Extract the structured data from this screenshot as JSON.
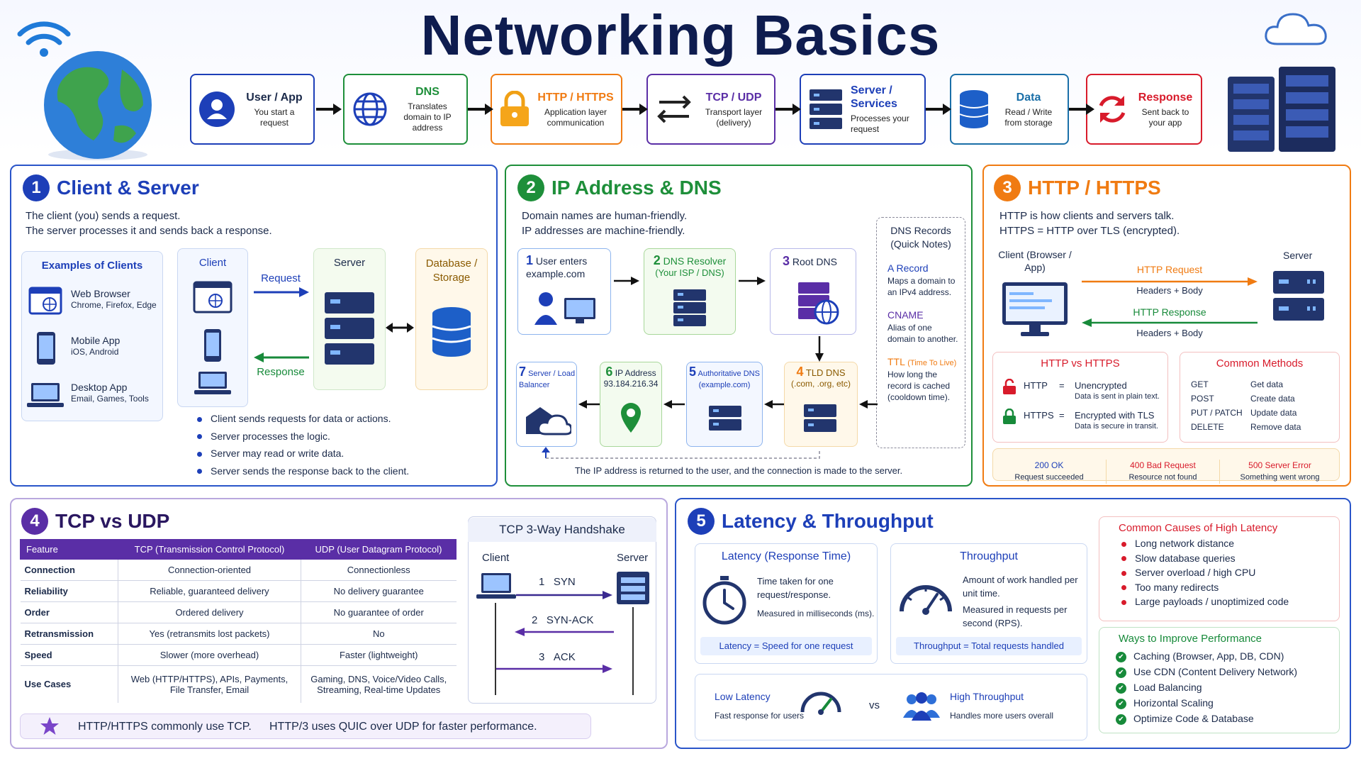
{
  "title": "Networking Basics",
  "flow": [
    {
      "title": "User / App",
      "desc": "You start a request",
      "color": "#1d3fb8"
    },
    {
      "title": "DNS",
      "desc": "Translates domain to IP address",
      "color": "#1e8f3a"
    },
    {
      "title": "HTTP / HTTPS",
      "desc": "Application layer communication",
      "color": "#f07b12"
    },
    {
      "title": "TCP / UDP",
      "desc": "Transport layer (delivery)",
      "color": "#5a2ea6"
    },
    {
      "title": "Server / Services",
      "desc": "Processes your request",
      "color": "#1d3fb8"
    },
    {
      "title": "Data",
      "desc": "Read / Write from storage",
      "color": "#1a6fa8"
    },
    {
      "title": "Response",
      "desc": "Sent back to your app",
      "color": "#d81b2b"
    }
  ],
  "s1": {
    "num": "1",
    "title": "Client & Server",
    "line1": "The client (you) sends a request.",
    "line2": "The server processes it and sends back a response.",
    "examples_title": "Examples of Clients",
    "examples": [
      {
        "name": "Web Browser",
        "sub": "Chrome, Firefox, Edge"
      },
      {
        "name": "Mobile App",
        "sub": "iOS, Android"
      },
      {
        "name": "Desktop App",
        "sub": "Email, Games, Tools"
      }
    ],
    "client": "Client",
    "request": "Request",
    "response": "Response",
    "server": "Server",
    "database": "Database / Storage",
    "bullets": [
      "Client sends requests for data or actions.",
      "Server processes the logic.",
      "Server may read or write data.",
      "Server sends the response back to the client."
    ]
  },
  "s2": {
    "num": "2",
    "title": "IP Address & DNS",
    "line1": "Domain names are human-friendly.",
    "line2": "IP addresses are machine-friendly.",
    "steps": {
      "s1n": "1",
      "s1": "User enters example.com",
      "s2n": "2",
      "s2": "DNS Resolver",
      "s2b": "(Your ISP / DNS)",
      "s3n": "3",
      "s3": "Root DNS",
      "s4n": "4",
      "s4": "TLD DNS",
      "s4b": "(.com, .org, etc)",
      "s5n": "5",
      "s5": "Authoritative DNS",
      "s5b": "(example.com)",
      "s6n": "6",
      "s6": "IP Address",
      "s6b": "93.184.216.34",
      "s7n": "7",
      "s7": "Server / Load Balancer"
    },
    "notes": {
      "title": "DNS Records (Quick Notes)",
      "a_title": "A Record",
      "a_desc": "Maps a domain to an IPv4 address.",
      "c_title": "CNAME",
      "c_desc": "Alias of one domain to another.",
      "t_title": "TTL",
      "t_sub": "(Time To Live)",
      "t_desc": "How long the record is cached (cooldown time)."
    },
    "footer": "The IP address is returned to the user, and the connection is made to the server."
  },
  "s3": {
    "num": "3",
    "title": "HTTP / HTTPS",
    "line1": "HTTP is how clients and servers talk.",
    "line2": "HTTPS = HTTP over TLS (encrypted).",
    "client": "Client (Browser / App)",
    "server": "Server",
    "req": "HTTP Request",
    "req_sub": "Headers + Body",
    "res": "HTTP Response",
    "res_sub": "Headers + Body",
    "vs_title": "HTTP vs HTTPS",
    "http": "HTTP",
    "http_eq": "=",
    "http_v": "Unencrypted",
    "http_d": "Data is sent in plain text.",
    "https": "HTTPS",
    "https_eq": "=",
    "https_v": "Encrypted with TLS",
    "https_d": "Data is secure in transit.",
    "methods_title": "Common Methods",
    "methods": [
      {
        "m": "GET",
        "d": "Get data"
      },
      {
        "m": "POST",
        "d": "Create data"
      },
      {
        "m": "PUT / PATCH",
        "d": "Update data"
      },
      {
        "m": "DELETE",
        "d": "Remove data"
      }
    ],
    "codes": [
      {
        "c": "200 OK",
        "d": "Request succeeded",
        "color": "#1d3fb8"
      },
      {
        "c": "400 Bad Request",
        "d": "Resource not found",
        "color": "#d81b2b"
      },
      {
        "c": "500 Server Error",
        "d": "Something went wrong",
        "color": "#d81b2b"
      }
    ]
  },
  "s4": {
    "num": "4",
    "title": "TCP vs UDP",
    "headers": [
      "Feature",
      "TCP (Transmission Control Protocol)",
      "UDP (User Datagram Protocol)"
    ],
    "rows": [
      [
        "Connection",
        "Connection-oriented",
        "Connectionless"
      ],
      [
        "Reliability",
        "Reliable, guaranteed delivery",
        "No delivery guarantee"
      ],
      [
        "Order",
        "Ordered delivery",
        "No guarantee of order"
      ],
      [
        "Retransmission",
        "Yes (retransmits lost packets)",
        "No"
      ],
      [
        "Speed",
        "Slower (more overhead)",
        "Faster (lightweight)"
      ],
      [
        "Use Cases",
        "Web (HTTP/HTTPS), APIs, Payments, File Transfer, Email",
        "Gaming, DNS, Voice/Video Calls, Streaming, Real-time Updates"
      ]
    ],
    "hs_title": "TCP 3-Way Handshake",
    "hs_client": "Client",
    "hs_server": "Server",
    "hs_steps": [
      {
        "n": "1",
        "t": "SYN"
      },
      {
        "n": "2",
        "t": "SYN-ACK"
      },
      {
        "n": "3",
        "t": "ACK"
      }
    ],
    "note1": "HTTP/HTTPS commonly use TCP.",
    "note2": "HTTP/3 uses QUIC over UDP for faster performance."
  },
  "s5": {
    "num": "5",
    "title": "Latency & Throughput",
    "lat_title": "Latency (Response Time)",
    "lat_d1": "Time taken for one request/response.",
    "lat_d2": "Measured in milliseconds (ms).",
    "lat_f": "Latency = Speed for one request",
    "thr_title": "Throughput",
    "thr_d1": "Amount of work handled per unit time.",
    "thr_d2": "Measured in requests per second (RPS).",
    "thr_f": "Throughput = Total requests handled",
    "low": "Low Latency",
    "low_d": "Fast response for users",
    "vs": "vs",
    "high": "High Throughput",
    "high_d": "Handles more users overall",
    "causes_title": "Common Causes of High Latency",
    "causes": [
      "Long network distance",
      "Slow database queries",
      "Server overload / high CPU",
      "Too many redirects",
      "Large payloads / unoptimized code"
    ],
    "improve_title": "Ways to Improve Performance",
    "improve": [
      "Caching (Browser, App, DB, CDN)",
      "Use CDN (Content Delivery Network)",
      "Load Balancing",
      "Horizontal Scaling",
      "Optimize Code & Database"
    ]
  }
}
